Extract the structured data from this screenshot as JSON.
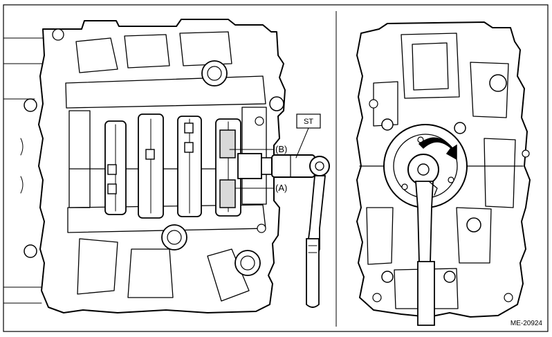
{
  "figure_code": "ME-20924",
  "callouts": {
    "st": "ST",
    "b": "(B)",
    "a": "(A)"
  },
  "colors": {
    "line": "#000000",
    "background": "#ffffff",
    "arrow": "#000000"
  }
}
